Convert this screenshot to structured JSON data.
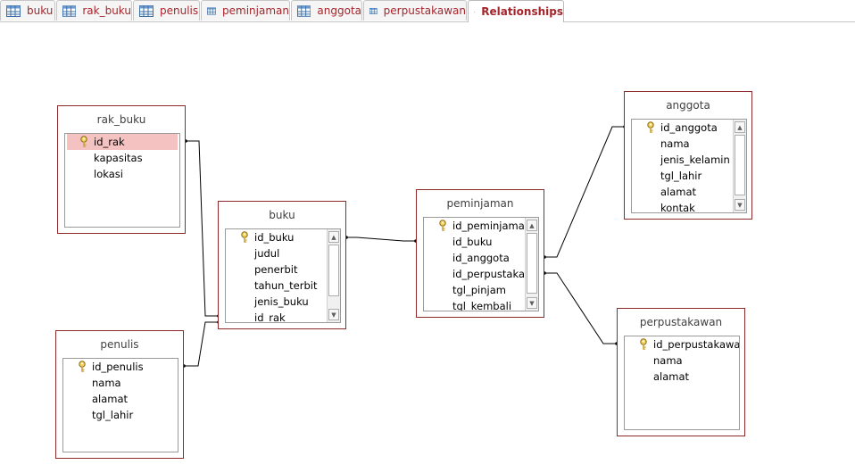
{
  "tabs": [
    {
      "label": "buku"
    },
    {
      "label": "rak_buku"
    },
    {
      "label": "penulis"
    },
    {
      "label": "peminjaman"
    },
    {
      "label": "anggota"
    },
    {
      "label": "perpustakawan"
    },
    {
      "label": "Relationships"
    }
  ],
  "tables": {
    "rak_buku": {
      "title": "rak_buku",
      "fields": [
        "id_rak",
        "kapasitas",
        "lokasi"
      ]
    },
    "penulis": {
      "title": "penulis",
      "fields": [
        "id_penulis",
        "nama",
        "alamat",
        "tgl_lahir"
      ]
    },
    "buku": {
      "title": "buku",
      "fields": [
        "id_buku",
        "judul",
        "penerbit",
        "tahun_terbit",
        "jenis_buku",
        "id_rak"
      ]
    },
    "peminjaman": {
      "title": "peminjaman",
      "fields": [
        "id_peminjaman",
        "id_buku",
        "id_anggota",
        "id_perpustakawan",
        "tgl_pinjam",
        "tgl_kembali"
      ]
    },
    "anggota": {
      "title": "anggota",
      "fields": [
        "id_anggota",
        "nama",
        "jenis_kelamin",
        "tgl_lahir",
        "alamat",
        "kontak"
      ]
    },
    "perpustakawan": {
      "title": "perpustakawan",
      "fields": [
        "id_perpustakawan",
        "nama",
        "alamat"
      ]
    }
  },
  "colors": {
    "tab_text": "#a4262c",
    "box_border": "#8e2a2a",
    "selected_row": "#f5c2c2"
  }
}
